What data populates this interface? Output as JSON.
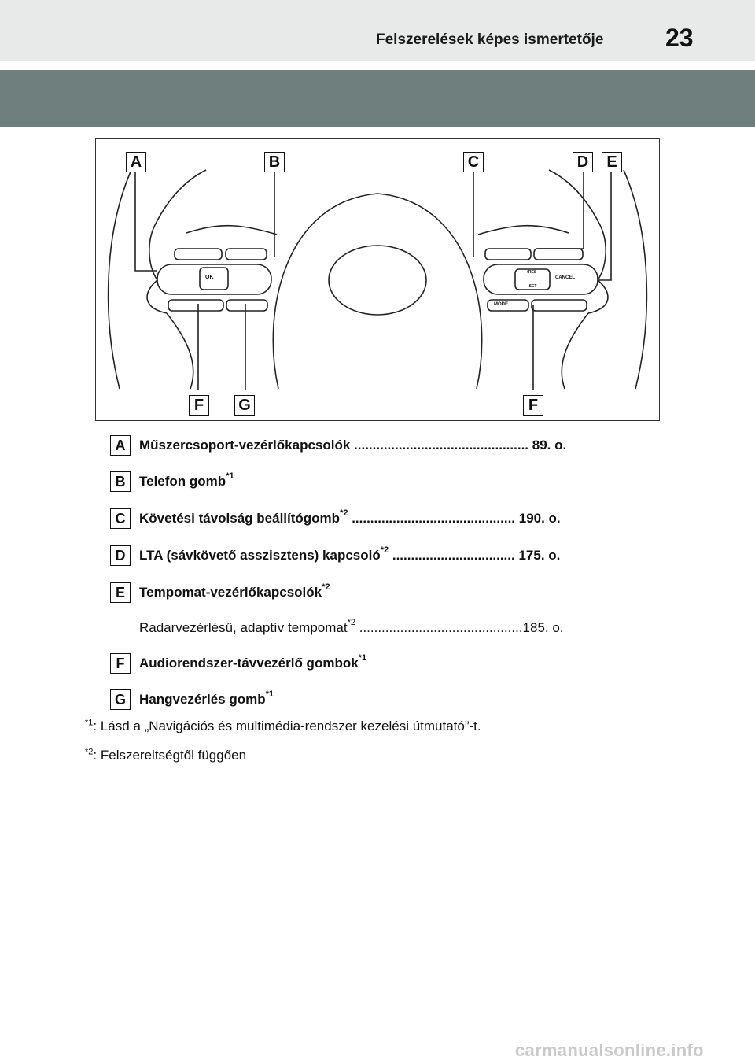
{
  "header": {
    "title": "Felszerelések képes ismertetője",
    "page_number": "23"
  },
  "figure": {
    "labels_top": [
      "A",
      "B",
      "C",
      "D",
      "E"
    ],
    "labels_bottom": [
      "F",
      "G",
      "F"
    ],
    "button_text": {
      "ok": "OK",
      "cancel": "CANCEL",
      "mode": "MODE",
      "res": "+RES",
      "set": "-SET"
    }
  },
  "items": [
    {
      "letter": "A",
      "text": "Műszercsoport-vezérlőkapcsolók",
      "sup": "",
      "leader": " ...............................................",
      "page": " 89. o.",
      "bold": true
    },
    {
      "letter": "B",
      "text": "Telefon gomb",
      "sup": "*1",
      "leader": "",
      "page": "",
      "bold": true
    },
    {
      "letter": "C",
      "text": "Követési távolság beállítógomb",
      "sup": "*2",
      "leader": " ............................................",
      "page": " 190. o.",
      "bold": true
    },
    {
      "letter": "D",
      "text": "LTA (sávkövető asszisztens) kapcsoló",
      "sup": "*2",
      "leader": " .................................",
      "page": " 175. o.",
      "bold": true
    },
    {
      "letter": "E",
      "text": "Tempomat-vezérlőkapcsolók",
      "sup": "*2",
      "leader": "",
      "page": "",
      "bold": true
    },
    {
      "letter": "",
      "text": "Radarvezérlésű, adaptív tempomat",
      "sup": "*2",
      "leader": " ............................................",
      "page": "185. o.",
      "bold": false
    },
    {
      "letter": "F",
      "text": "Audiorendszer-távvezérlő gombok",
      "sup": "*1",
      "leader": "",
      "page": "",
      "bold": true
    },
    {
      "letter": "G",
      "text": "Hangvezérlés gomb",
      "sup": "*1",
      "leader": "",
      "page": "",
      "bold": true
    }
  ],
  "footnotes": [
    {
      "mark": "*1",
      "text": ": Lásd a „Navigációs és multimédia-rendszer kezelési útmutató”-t."
    },
    {
      "mark": "*2",
      "text": ": Felszereltségtől függően"
    }
  ],
  "watermark": "carmanualsonline.info"
}
